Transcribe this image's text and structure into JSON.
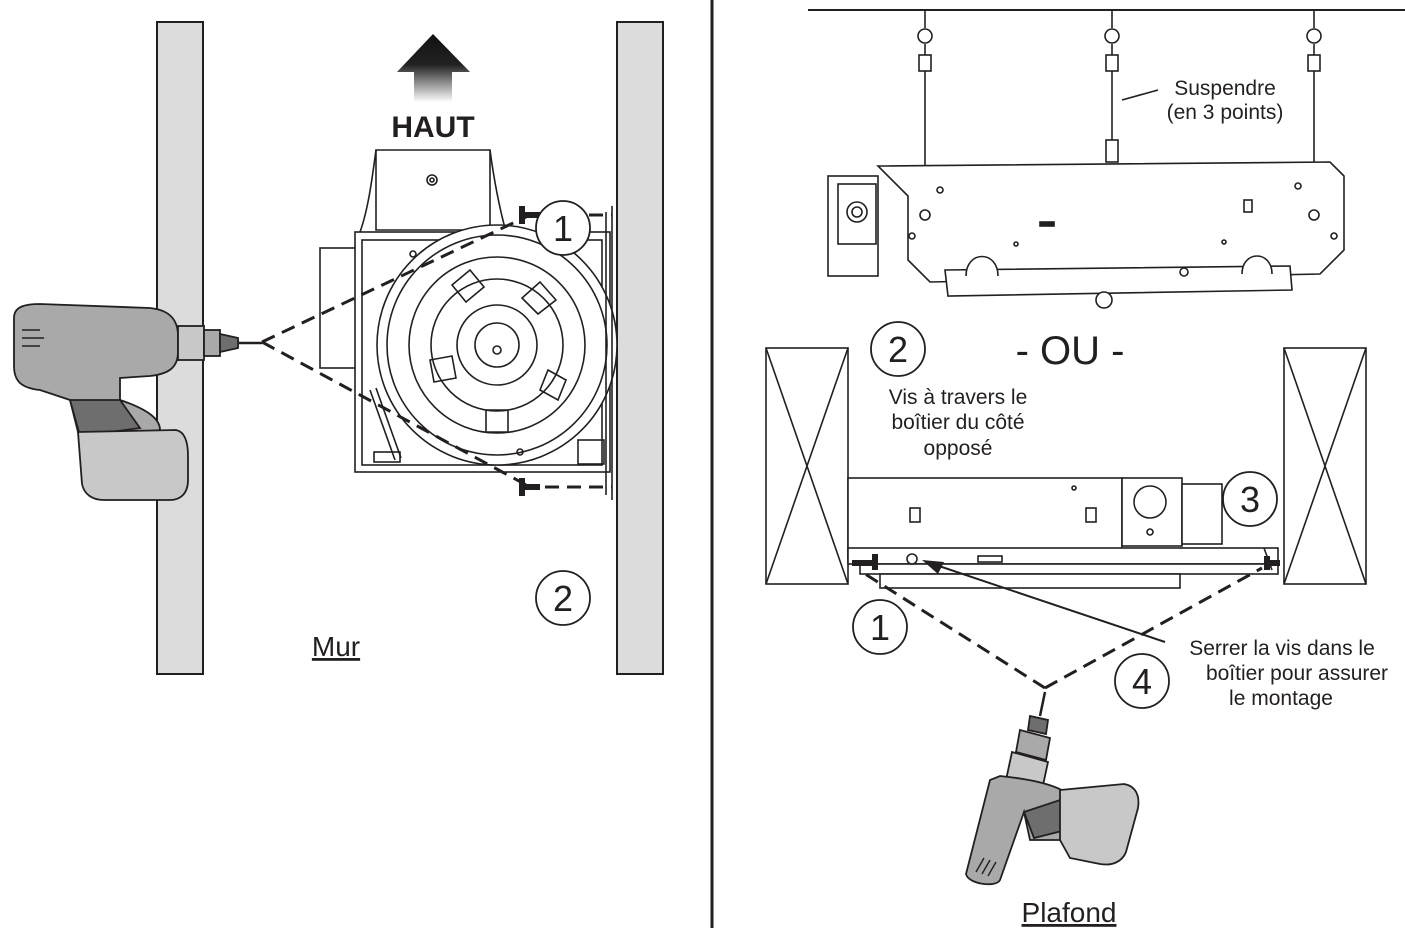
{
  "colors": {
    "ink": "#231f20",
    "joist_fill": "#dcdcdc",
    "drill_body": "#a9a9a9",
    "drill_dark": "#6e6e6e",
    "drill_light": "#c8c8c8",
    "arrow_top": "#111111",
    "arrow_bottom": "#ffffff"
  },
  "icons": [
    "drill-icon",
    "up-arrow-icon",
    "screw-icon",
    "fan-housing-icon",
    "spring-hanger-icon"
  ],
  "wall_panel": {
    "arrow_label": "HAUT",
    "step_1": "1",
    "step_2": "2",
    "caption": "Mur"
  },
  "ceiling_panel": {
    "hang_label_line1": "Suspendre",
    "hang_label_line2": "(en 3 points)",
    "or_label": "- OU -",
    "step_2": "2",
    "step_2_text": [
      "Vis à travers le",
      "boîtier du côté",
      "opposé"
    ],
    "step_3": "3",
    "step_1": "1",
    "step_4": "4",
    "step_4_text": [
      "Serrer la vis dans le",
      "boîtier pour assurer",
      "le montage"
    ],
    "caption": "Plafond"
  }
}
